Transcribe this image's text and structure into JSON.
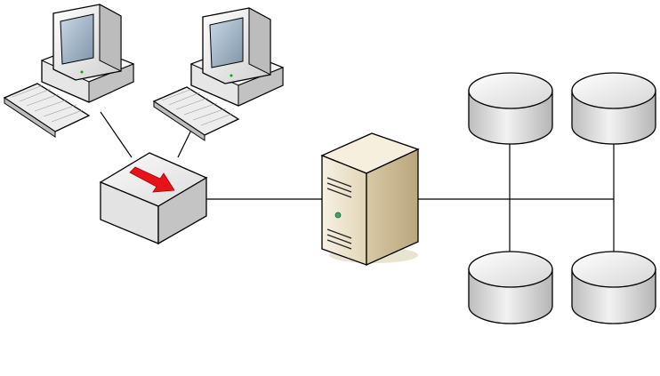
{
  "diagram": {
    "nodes": [
      {
        "id": "workstation-1",
        "kind": "workstation",
        "icon": "desktop-computer-icon"
      },
      {
        "id": "workstation-2",
        "kind": "workstation",
        "icon": "desktop-computer-icon"
      },
      {
        "id": "network-switch",
        "kind": "switch",
        "icon": "switch-icon"
      },
      {
        "id": "server",
        "kind": "server",
        "icon": "tower-server-icon"
      },
      {
        "id": "disk-top-left",
        "kind": "storage",
        "icon": "disk-cylinder-icon"
      },
      {
        "id": "disk-top-right",
        "kind": "storage",
        "icon": "disk-cylinder-icon"
      },
      {
        "id": "disk-bottom-left",
        "kind": "storage",
        "icon": "disk-cylinder-icon"
      },
      {
        "id": "disk-bottom-right",
        "kind": "storage",
        "icon": "disk-cylinder-icon"
      }
    ],
    "links": [
      {
        "from": "workstation-1",
        "to": "network-switch"
      },
      {
        "from": "workstation-2",
        "to": "network-switch"
      },
      {
        "from": "network-switch",
        "to": "server"
      },
      {
        "from": "server",
        "to": "storage-bus"
      }
    ],
    "colors": {
      "switch_arrow": "#e8121b",
      "server_body": "#efe6d0",
      "device_grey": "#d9d9d9",
      "line": "#000000"
    }
  }
}
